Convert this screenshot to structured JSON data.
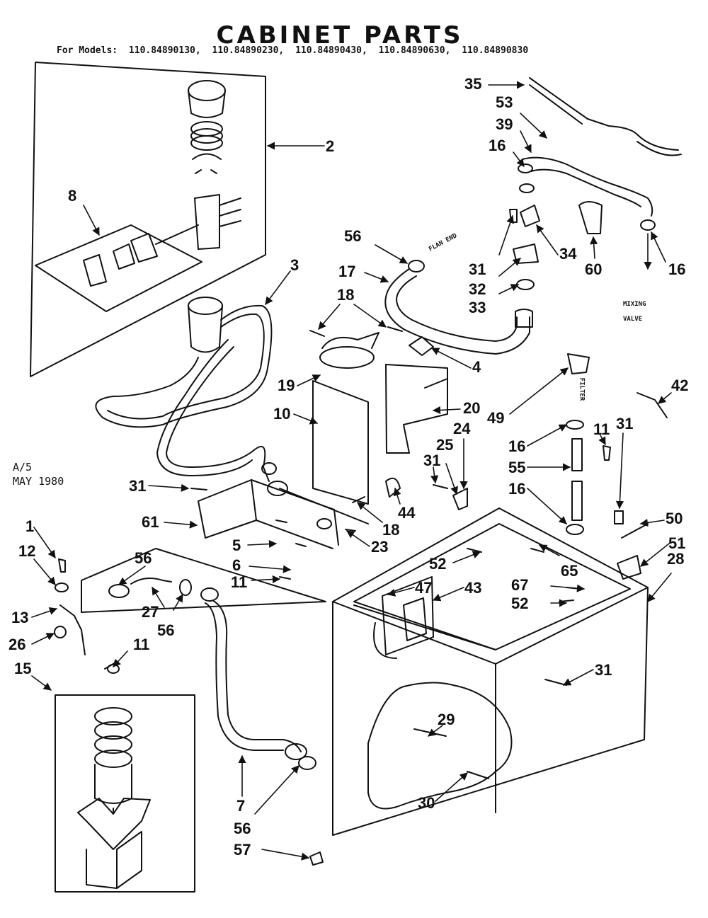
{
  "title": "CABINET PARTS",
  "models_prefix": "For Models:",
  "models": [
    "110.84890130,",
    "110.84890230,",
    "110.84890430,",
    "110.84890630,",
    "110.84890830"
  ],
  "stamp": {
    "line1": "A/5",
    "line2": "MAY 1980"
  },
  "mixing_valve_label": {
    "line1": "MIXING",
    "line2": "VALVE"
  },
  "tiny_labels": {
    "hose_end": "FLAN END",
    "filter": "FILTER"
  },
  "callouts": [
    {
      "id": "c2",
      "label": "2"
    },
    {
      "id": "c8",
      "label": "8"
    },
    {
      "id": "c3",
      "label": "3"
    },
    {
      "id": "c35",
      "label": "35"
    },
    {
      "id": "c53",
      "label": "53"
    },
    {
      "id": "c39",
      "label": "39"
    },
    {
      "id": "c16a",
      "label": "16"
    },
    {
      "id": "c56a",
      "label": "56"
    },
    {
      "id": "c17",
      "label": "17"
    },
    {
      "id": "c31a",
      "label": "31"
    },
    {
      "id": "c34",
      "label": "34"
    },
    {
      "id": "c60",
      "label": "60"
    },
    {
      "id": "c16b",
      "label": "16"
    },
    {
      "id": "c32",
      "label": "32"
    },
    {
      "id": "c33",
      "label": "33"
    },
    {
      "id": "c18a",
      "label": "18"
    },
    {
      "id": "c4",
      "label": "4"
    },
    {
      "id": "c19",
      "label": "19"
    },
    {
      "id": "c20",
      "label": "20"
    },
    {
      "id": "c10",
      "label": "10"
    },
    {
      "id": "c49",
      "label": "49"
    },
    {
      "id": "c42",
      "label": "42"
    },
    {
      "id": "c24",
      "label": "24"
    },
    {
      "id": "c25",
      "label": "25"
    },
    {
      "id": "c31b",
      "label": "31"
    },
    {
      "id": "c16c",
      "label": "16"
    },
    {
      "id": "c11a",
      "label": "11"
    },
    {
      "id": "c31c",
      "label": "31"
    },
    {
      "id": "c55",
      "label": "55"
    },
    {
      "id": "c16d",
      "label": "16"
    },
    {
      "id": "c31d",
      "label": "31"
    },
    {
      "id": "c44",
      "label": "44"
    },
    {
      "id": "c18b",
      "label": "18"
    },
    {
      "id": "c61",
      "label": "61"
    },
    {
      "id": "c1",
      "label": "1"
    },
    {
      "id": "c12",
      "label": "12"
    },
    {
      "id": "c56b",
      "label": "56"
    },
    {
      "id": "c5",
      "label": "5"
    },
    {
      "id": "c6",
      "label": "6"
    },
    {
      "id": "c23",
      "label": "23"
    },
    {
      "id": "c50",
      "label": "50"
    },
    {
      "id": "c51",
      "label": "51"
    },
    {
      "id": "c52a",
      "label": "52"
    },
    {
      "id": "c65",
      "label": "65"
    },
    {
      "id": "c28",
      "label": "28"
    },
    {
      "id": "c11b",
      "label": "11"
    },
    {
      "id": "c47",
      "label": "47"
    },
    {
      "id": "c43",
      "label": "43"
    },
    {
      "id": "c67",
      "label": "67"
    },
    {
      "id": "c52b",
      "label": "52"
    },
    {
      "id": "c13",
      "label": "13"
    },
    {
      "id": "c27",
      "label": "27"
    },
    {
      "id": "c56c",
      "label": "56"
    },
    {
      "id": "c26",
      "label": "26"
    },
    {
      "id": "c11c",
      "label": "11"
    },
    {
      "id": "c31e",
      "label": "31"
    },
    {
      "id": "c15",
      "label": "15"
    },
    {
      "id": "c29",
      "label": "29"
    },
    {
      "id": "c30",
      "label": "30"
    },
    {
      "id": "c7",
      "label": "7"
    },
    {
      "id": "c56d",
      "label": "56"
    },
    {
      "id": "c57",
      "label": "57"
    }
  ]
}
